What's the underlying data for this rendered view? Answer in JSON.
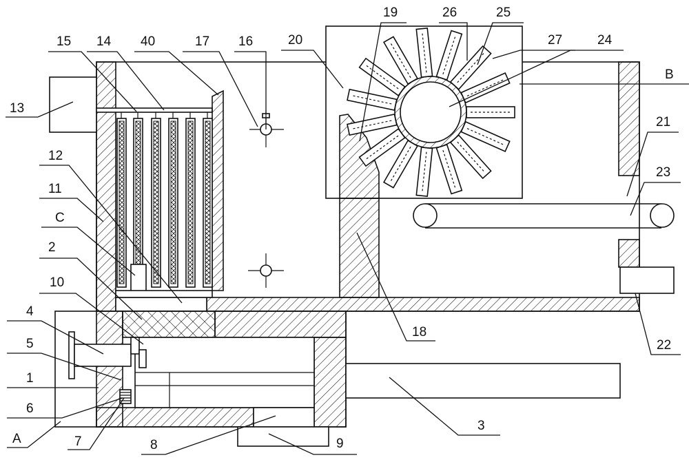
{
  "diagram": {
    "labels": [
      {
        "id": "1",
        "text": "1"
      },
      {
        "id": "2",
        "text": "2"
      },
      {
        "id": "3",
        "text": "3"
      },
      {
        "id": "4",
        "text": "4"
      },
      {
        "id": "5",
        "text": "5"
      },
      {
        "id": "6",
        "text": "6"
      },
      {
        "id": "7",
        "text": "7"
      },
      {
        "id": "8",
        "text": "8"
      },
      {
        "id": "9",
        "text": "9"
      },
      {
        "id": "10",
        "text": "10"
      },
      {
        "id": "11",
        "text": "11"
      },
      {
        "id": "12",
        "text": "12"
      },
      {
        "id": "13",
        "text": "13"
      },
      {
        "id": "14",
        "text": "14"
      },
      {
        "id": "15",
        "text": "15"
      },
      {
        "id": "16",
        "text": "16"
      },
      {
        "id": "17",
        "text": "17"
      },
      {
        "id": "18",
        "text": "18"
      },
      {
        "id": "19",
        "text": "19"
      },
      {
        "id": "20",
        "text": "20"
      },
      {
        "id": "21",
        "text": "21"
      },
      {
        "id": "22",
        "text": "22"
      },
      {
        "id": "23",
        "text": "23"
      },
      {
        "id": "24",
        "text": "24"
      },
      {
        "id": "25",
        "text": "25"
      },
      {
        "id": "26",
        "text": "26"
      },
      {
        "id": "27",
        "text": "27"
      },
      {
        "id": "40",
        "text": "40"
      },
      {
        "id": "A",
        "text": "A"
      },
      {
        "id": "B",
        "text": "B"
      },
      {
        "id": "C",
        "text": "C"
      }
    ]
  }
}
